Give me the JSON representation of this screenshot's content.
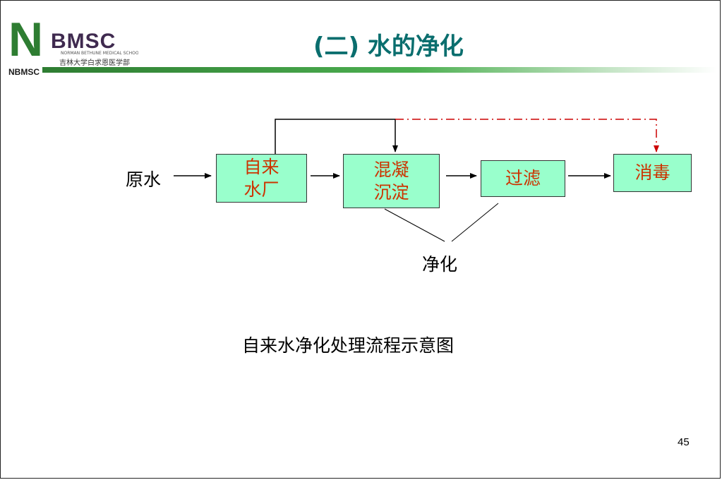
{
  "slide": {
    "title": "(二) 水的净化",
    "page_number": "45",
    "caption": "自来水净化处理流程示意图"
  },
  "logo": {
    "letter": "N",
    "name": "BMSC",
    "small_text": "NORMAN BETHUNE MEDICAL SCHOOL OF JILIN UNIVERSITY",
    "subtitle": "吉林大学白求恩医学部",
    "footer": "NBMSC"
  },
  "diagram": {
    "input_label": "原水",
    "nodes": [
      {
        "id": "waterworks",
        "line1": "自来",
        "line2": "水厂"
      },
      {
        "id": "coagulation",
        "line1": "混凝",
        "line2": "沉淀"
      },
      {
        "id": "filtration",
        "line1": "过滤",
        "line2": ""
      },
      {
        "id": "disinfection",
        "line1": "消毒",
        "line2": ""
      }
    ],
    "group_label": "净化",
    "colors": {
      "box_fill": "#99ffcc",
      "box_text": "#cc3300",
      "dashed_arrow": "#cc0000",
      "title": "#0a6e6e"
    }
  }
}
